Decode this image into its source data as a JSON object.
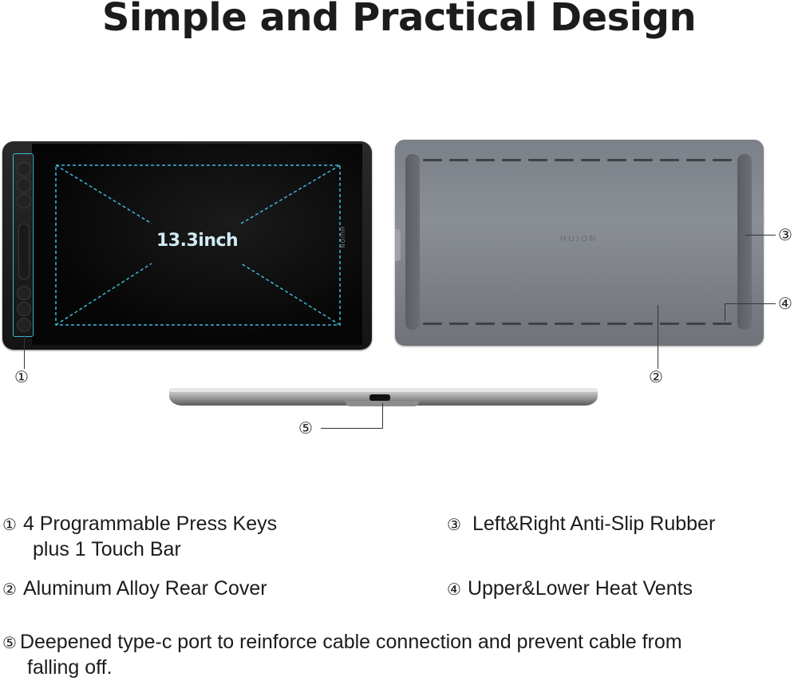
{
  "title": "Simple and Practical Design",
  "screen_size_label": "13.3inch",
  "brand_front": "HUION",
  "brand_back": "HUION",
  "callouts": [
    "①",
    "②",
    "③",
    "④",
    "⑤"
  ],
  "features": [
    {
      "num": "①",
      "text": "4 Programmable Press Keys",
      "text2": "plus 1 Touch Bar"
    },
    {
      "num": "②",
      "text": "Aluminum Alloy Rear Cover"
    },
    {
      "num": "③",
      "text": "Left&Right Anti-Slip Rubber"
    },
    {
      "num": "④",
      "text": "Upper&Lower Heat Vents"
    },
    {
      "num": "⑤",
      "text": "Deepened type-c port to reinforce cable connection and prevent cable from",
      "text2": "falling off."
    }
  ],
  "colors": {
    "accent": "#3fb8d8",
    "text": "#1c1c1c",
    "rear_cover": "#85898f"
  }
}
